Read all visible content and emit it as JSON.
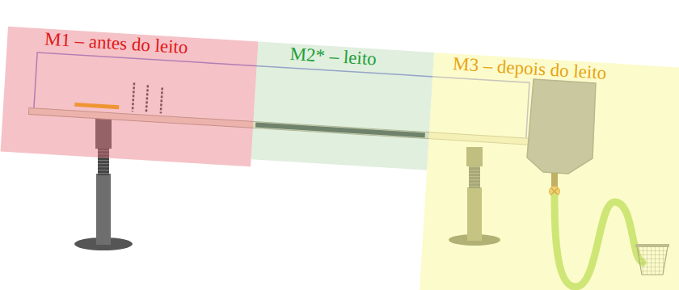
{
  "diagram": {
    "nodes": [
      {
        "text": [
          "M1 – antes do leito"
        ]
      },
      {
        "text": [
          "M2* – leito"
        ]
      },
      {
        "text": [
          "M3 – depois do leito"
        ]
      }
    ]
  }
}
